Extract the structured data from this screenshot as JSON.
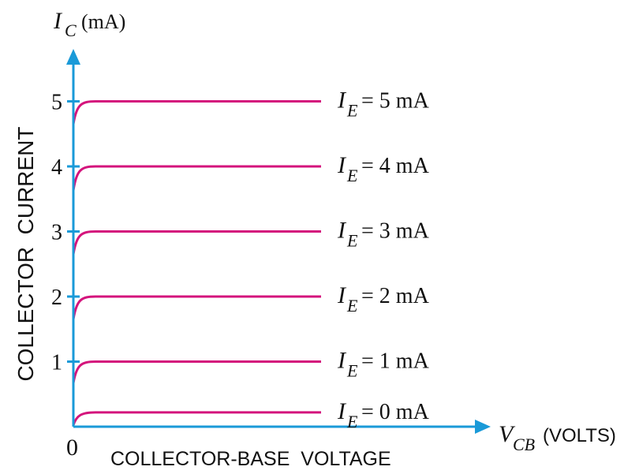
{
  "chart_data": {
    "type": "line",
    "title": "",
    "x_axis": {
      "symbol": "V",
      "subscript": "CB",
      "unit": "(VOLTS)",
      "label": "COLLECTOR-BASE  VOLTAGE",
      "origin_label": "0"
    },
    "y_axis": {
      "symbol": "I",
      "subscript": "C",
      "unit": "(mA)",
      "label": "COLLECTOR  CURRENT",
      "ticks": [
        "1",
        "2",
        "3",
        "4",
        "5"
      ],
      "ylim": [
        0,
        5.8
      ]
    },
    "series": [
      {
        "name_symbol": "I",
        "name_subscript": "E",
        "name_rest": "= 0 mA",
        "saturation": 0.22,
        "start": 0.0
      },
      {
        "name_symbol": "I",
        "name_subscript": "E",
        "name_rest": "= 1 mA",
        "saturation": 1.0,
        "start": 0.67
      },
      {
        "name_symbol": "I",
        "name_subscript": "E",
        "name_rest": "= 2 mA",
        "saturation": 2.0,
        "start": 1.65
      },
      {
        "name_symbol": "I",
        "name_subscript": "E",
        "name_rest": "= 3 mA",
        "saturation": 3.0,
        "start": 2.65
      },
      {
        "name_symbol": "I",
        "name_subscript": "E",
        "name_rest": "= 4 mA",
        "saturation": 4.0,
        "start": 3.63
      },
      {
        "name_symbol": "I",
        "name_subscript": "E",
        "name_rest": "= 5 mA",
        "saturation": 5.0,
        "start": 4.65
      }
    ],
    "colors": {
      "axis": "#1a9ad8",
      "curve": "#d4147c"
    },
    "grid": false,
    "legend": "none"
  }
}
